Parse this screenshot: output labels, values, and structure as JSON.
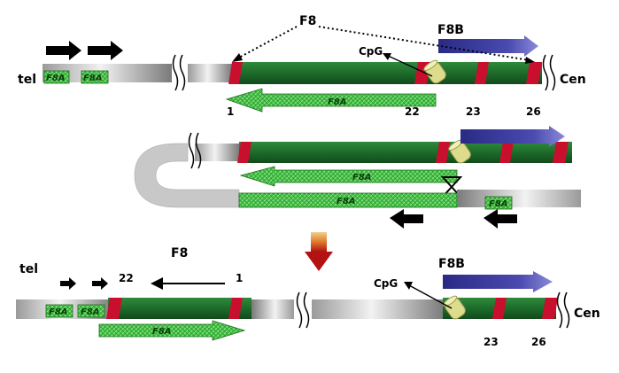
{
  "panel_top": {
    "tel_label": "tel",
    "cen_label": "Cen",
    "f8_label": "F8",
    "f8b_label": "F8B",
    "cpg_label": "CpG",
    "f8a_box_1": "F8A",
    "f8a_box_2": "F8A",
    "f8a_arrow": "F8A",
    "exon_1": "1",
    "exon_22": "22",
    "exon_23": "23",
    "exon_26": "26"
  },
  "panel_middle": {
    "f8a_arrow_upper": "F8A",
    "f8a_bar_lower": "F8A",
    "f8a_box_right": "F8A"
  },
  "panel_bottom": {
    "tel_label": "tel",
    "cen_label": "Cen",
    "f8_label": "F8",
    "f8b_label": "F8B",
    "cpg_label": "CpG",
    "f8a_box_1": "F8A",
    "f8a_box_2": "F8A",
    "f8a_arrow": "F8A",
    "exon_22": "22",
    "exon_1": "1",
    "exon_23": "23",
    "exon_26": "26"
  },
  "colors": {
    "gene_green": "#1d6b2a",
    "exon_red": "#c8102e",
    "f8a_green": "#3fbf3f",
    "f8b_blue": "#33338f",
    "cpg_yellow": "#dcdc8c",
    "chrom_grey": "#b4b4b4",
    "transition_arrow": "#c41a1a"
  }
}
